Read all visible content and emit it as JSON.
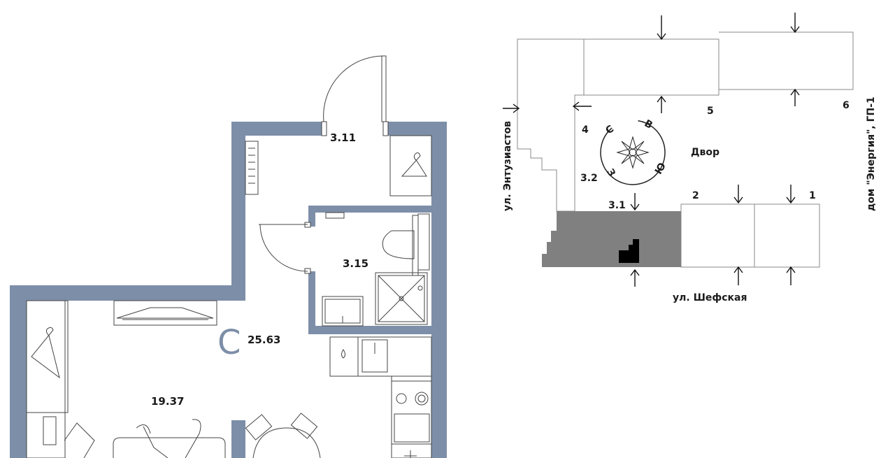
{
  "colors": {
    "wall": "#7d8ea8",
    "building_dark": "#808080",
    "line": "#444444",
    "accent": "#7d8ea8"
  },
  "plan": {
    "room_corridor": "3.11",
    "room_bath": "3.15",
    "room_living": "19.37",
    "total_area": "25.63",
    "class_letter": "С"
  },
  "site": {
    "street_left": "ул. Энтузиастов",
    "street_bottom": "ул. Шефская",
    "house_right": "дом \"Энергия\", ГП-1",
    "yard": "Двор",
    "sections": [
      "1",
      "2",
      "3.1",
      "3.2",
      "4",
      "5",
      "6"
    ],
    "compass": {
      "north": "С",
      "east": "В",
      "south": "Ю",
      "west": "З"
    }
  }
}
